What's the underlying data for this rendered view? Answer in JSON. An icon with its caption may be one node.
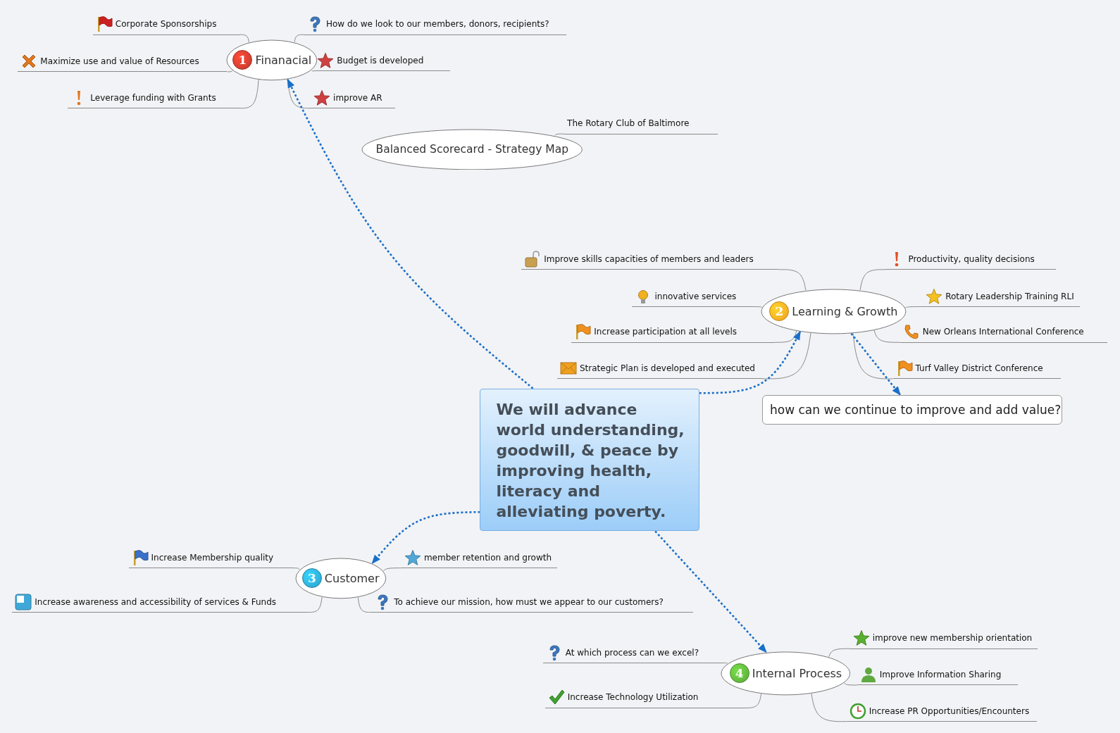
{
  "diagram": {
    "nodes": [
      {
        "text": [
          "1",
          "Finanacial"
        ]
      },
      {
        "text": [
          "Corporate Sponsorships"
        ]
      },
      {
        "text": [
          "How do we look to our members, donors, recipients?"
        ]
      },
      {
        "text": [
          "Maximize use and value of Resources"
        ]
      },
      {
        "text": [
          "Budget is developed"
        ]
      },
      {
        "text": [
          "Leverage funding with Grants"
        ]
      },
      {
        "text": [
          "improve AR"
        ]
      },
      {
        "text": [
          "Balanced Scorecard - Strategy Map"
        ]
      },
      {
        "text": [
          "The Rotary Club of Baltimore"
        ]
      },
      {
        "text": [
          "2",
          "Learning & Growth"
        ]
      },
      {
        "text": [
          "Improve skills capacities of members and leaders"
        ]
      },
      {
        "text": [
          "Productivity, quality decisions"
        ]
      },
      {
        "text": [
          "innovative services"
        ]
      },
      {
        "text": [
          "Rotary Leadership Training RLI"
        ]
      },
      {
        "text": [
          "Increase participation at all levels"
        ]
      },
      {
        "text": [
          "New Orleans International Conference"
        ]
      },
      {
        "text": [
          "Strategic Plan is developed and executed"
        ]
      },
      {
        "text": [
          "Turf Valley District Conference"
        ]
      },
      {
        "text": [
          "how can we continue to improve and add value?"
        ]
      },
      {
        "text": [
          "We will advance world understanding, goodwill, & peace by improving health, literacy and alleviating poverty."
        ]
      },
      {
        "text": [
          "3",
          "Customer"
        ]
      },
      {
        "text": [
          "Increase Membership quality"
        ]
      },
      {
        "text": [
          "member retention and growth"
        ]
      },
      {
        "text": [
          "Increase awareness and accessibility of services & Funds"
        ]
      },
      {
        "text": [
          "To achieve our mission, how must we appear to our customers?"
        ]
      },
      {
        "text": [
          "4",
          "Internal Process"
        ]
      },
      {
        "text": [
          "improve new membership orientation"
        ]
      },
      {
        "text": [
          "At which process can we excel?"
        ]
      },
      {
        "text": [
          "Improve Information Sharing"
        ]
      },
      {
        "text": [
          "Increase Technology Utilization"
        ]
      },
      {
        "text": [
          "Increase PR Opportunities/Encounters"
        ]
      }
    ],
    "edges": [
      {
        "from": 0,
        "to": 1,
        "arrow": "none"
      },
      {
        "from": 0,
        "to": 2,
        "arrow": "none"
      },
      {
        "from": 0,
        "to": 3,
        "arrow": "none"
      },
      {
        "from": 0,
        "to": 4,
        "arrow": "none"
      },
      {
        "from": 0,
        "to": 5,
        "arrow": "none"
      },
      {
        "from": 0,
        "to": 6,
        "arrow": "none"
      },
      {
        "from": 7,
        "to": 8,
        "arrow": "none"
      },
      {
        "from": 9,
        "to": 10,
        "arrow": "none"
      },
      {
        "from": 9,
        "to": 11,
        "arrow": "none"
      },
      {
        "from": 9,
        "to": 12,
        "arrow": "none"
      },
      {
        "from": 9,
        "to": 13,
        "arrow": "none"
      },
      {
        "from": 9,
        "to": 14,
        "arrow": "none"
      },
      {
        "from": 9,
        "to": 15,
        "arrow": "none"
      },
      {
        "from": 9,
        "to": 16,
        "arrow": "none"
      },
      {
        "from": 9,
        "to": 17,
        "arrow": "none"
      },
      {
        "from": 19,
        "to": 0,
        "arrow": "to",
        "style": "dashed",
        "color": "#1a6fc8"
      },
      {
        "from": 19,
        "to": 9,
        "arrow": "to",
        "style": "dashed",
        "color": "#1a6fc8"
      },
      {
        "from": 9,
        "to": 18,
        "arrow": "to",
        "style": "dashed",
        "color": "#1a6fc8"
      },
      {
        "from": 19,
        "to": 20,
        "arrow": "to",
        "style": "dashed",
        "color": "#1a6fc8"
      },
      {
        "from": 19,
        "to": 25,
        "arrow": "to",
        "style": "dashed",
        "color": "#1a6fc8"
      },
      {
        "from": 20,
        "to": 21,
        "arrow": "none"
      },
      {
        "from": 20,
        "to": 22,
        "arrow": "none"
      },
      {
        "from": 20,
        "to": 23,
        "arrow": "none"
      },
      {
        "from": 20,
        "to": 24,
        "arrow": "none"
      },
      {
        "from": 25,
        "to": 26,
        "arrow": "none"
      },
      {
        "from": 25,
        "to": 27,
        "arrow": "none"
      },
      {
        "from": 25,
        "to": 28,
        "arrow": "none"
      },
      {
        "from": 25,
        "to": 29,
        "arrow": "none"
      },
      {
        "from": 25,
        "to": 30,
        "arrow": "none"
      }
    ]
  }
}
